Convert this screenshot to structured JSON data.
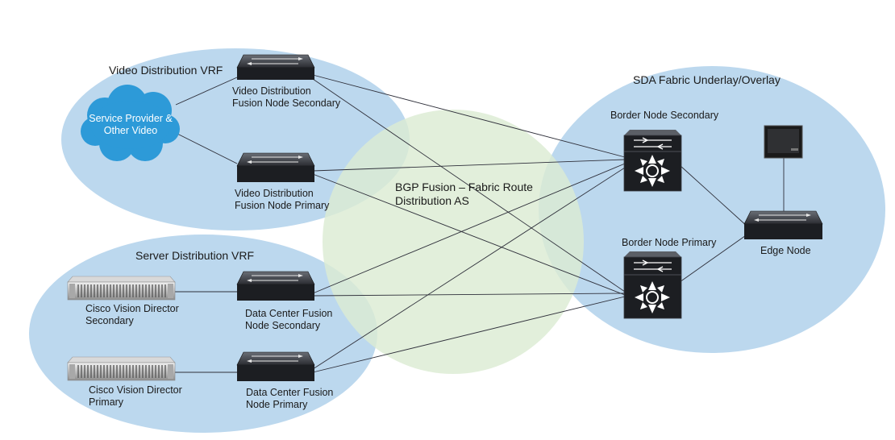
{
  "regions": {
    "video_vrf": "Video Distribution VRF",
    "server_vrf": "Server Distribution VRF",
    "sda_fabric": "SDA Fabric Underlay/Overlay",
    "bgp_fusion": [
      "BGP Fusion – Fabric Route",
      "Distribution AS"
    ]
  },
  "nodes": {
    "service_provider": [
      "Service Provider &",
      "Other Video"
    ],
    "video_fusion_secondary": [
      "Video Distribution",
      "Fusion Node Secondary"
    ],
    "video_fusion_primary": [
      "Video Distribution",
      "Fusion Node Primary"
    ],
    "cvd_secondary": [
      "Cisco Vision Director",
      "Secondary"
    ],
    "cvd_primary": [
      "Cisco Vision Director",
      "Primary"
    ],
    "dc_fusion_secondary": [
      "Data Center Fusion",
      "Node Secondary"
    ],
    "dc_fusion_primary": [
      "Data Center Fusion",
      "Node Primary"
    ],
    "border_secondary": "Border Node Secondary",
    "border_primary": "Border Node Primary",
    "edge_node": "Edge Node"
  },
  "icons": {
    "switch": "switch-icon",
    "router": "multilayer-switch-icon",
    "server": "server-icon",
    "cloud": "cloud-icon",
    "display": "display-icon"
  },
  "colors": {
    "vrf_region": "#bcd8ee",
    "bgp_region": "#dcebd3",
    "cloud": "#2d9ad8",
    "device_body": "#1c1e22",
    "link": "#2e2f3a"
  }
}
